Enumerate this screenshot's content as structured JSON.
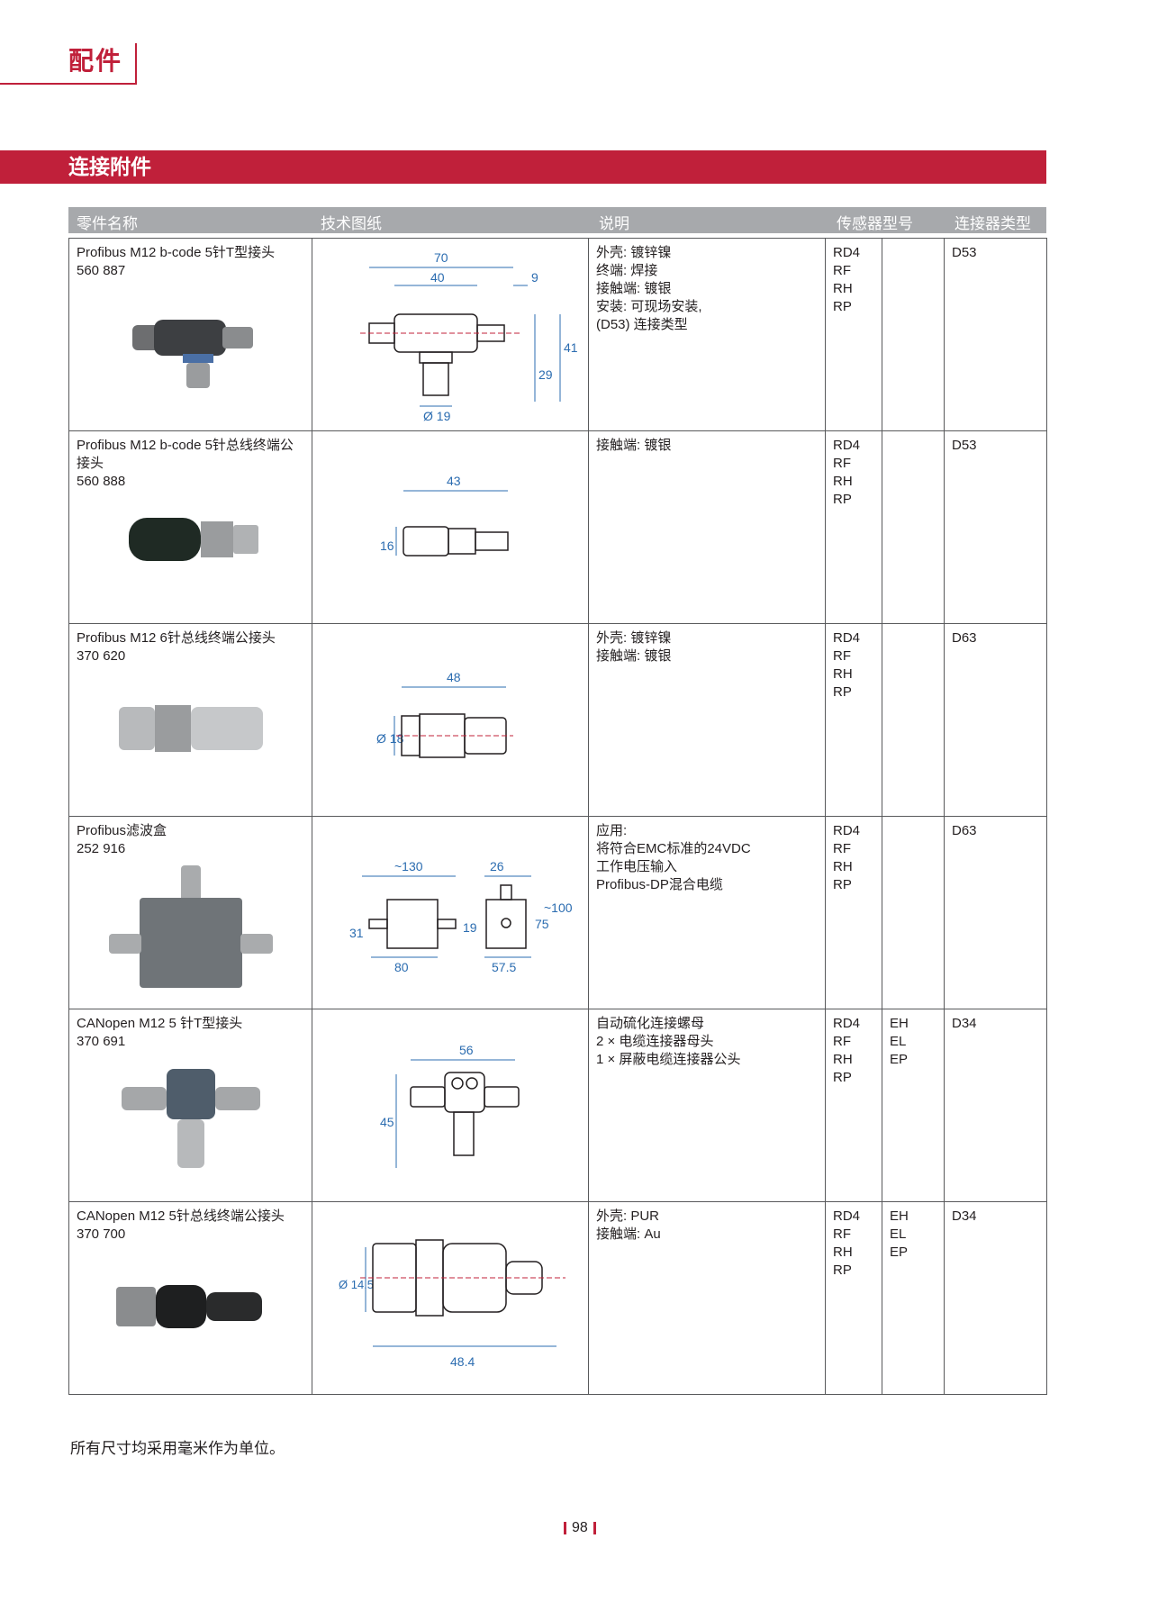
{
  "header": {
    "title": "配件"
  },
  "section": {
    "title": "连接附件"
  },
  "columns": [
    "零件名称",
    "技术图纸",
    "说明",
    "传感器型号",
    "连接器类型"
  ],
  "rows": [
    {
      "name": "Profibus M12 b-code 5针T型接头",
      "part_no": "560 887",
      "desc": [
        "外壳: 镀锌镍",
        "终端: 焊接",
        "接触端: 镀银",
        "安装: 可现场安装,",
        "(D53) 连接类型"
      ],
      "models1": [
        "RD4",
        "RF",
        "RH",
        "RP"
      ],
      "models2": [],
      "connector": "D53",
      "dims": {
        "a": "70",
        "b": "40",
        "c": "9",
        "d": "29",
        "e": "41",
        "f": "Ø 19"
      }
    },
    {
      "name": "Profibus M12 b-code 5针总线终端公接头",
      "part_no": "560 888",
      "desc": [
        "接触端: 镀银"
      ],
      "models1": [
        "RD4",
        "RF",
        "RH",
        "RP"
      ],
      "models2": [],
      "connector": "D53",
      "dims": {
        "a": "43",
        "b": "16"
      }
    },
    {
      "name": "Profibus M12 6针总线终端公接头",
      "part_no": "370 620",
      "desc": [
        "外壳: 镀锌镍",
        "接触端: 镀银"
      ],
      "models1": [
        "RD4",
        "RF",
        "RH",
        "RP"
      ],
      "models2": [],
      "connector": "D63",
      "dims": {
        "a": "48",
        "b": "Ø 18"
      }
    },
    {
      "name": "Profibus滤波盒",
      "part_no": "252 916",
      "desc": [
        "应用:",
        "将符合EMC标准的24VDC",
        "工作电压输入",
        "Profibus-DP混合电缆"
      ],
      "models1": [
        "RD4",
        "RF",
        "RH",
        "RP"
      ],
      "models2": [],
      "connector": "D63",
      "dims": {
        "a": "~130",
        "b": "26",
        "c": "31",
        "d": "19",
        "e": "75",
        "f": "~100",
        "g": "80",
        "h": "57.5"
      }
    },
    {
      "name": "CANopen M12 5 针T型接头",
      "part_no": "370 691",
      "desc": [
        "自动硫化连接螺母",
        "2 × 电缆连接器母头",
        "1 × 屏蔽电缆连接器公头"
      ],
      "models1": [
        "RD4",
        "RF",
        "RH",
        "RP"
      ],
      "models2": [
        "EH",
        "EL",
        "EP"
      ],
      "connector": "D34",
      "dims": {
        "a": "56",
        "b": "45"
      }
    },
    {
      "name": "CANopen M12 5针总线终端公接头",
      "part_no": "370 700",
      "desc": [
        "外壳: PUR",
        "接触端: Au"
      ],
      "models1": [
        "RD4",
        "RF",
        "RH",
        "RP"
      ],
      "models2": [
        "EH",
        "EL",
        "EP"
      ],
      "connector": "D34",
      "dims": {
        "a": "Ø 14.5",
        "b": "48.4"
      }
    }
  ],
  "footnote": "所有尺寸均采用毫米作为单位。",
  "page_number": "98",
  "colors": {
    "accent": "#c0203a",
    "header_gray": "#a7a9ac",
    "dim_blue": "#2b6cb0"
  }
}
